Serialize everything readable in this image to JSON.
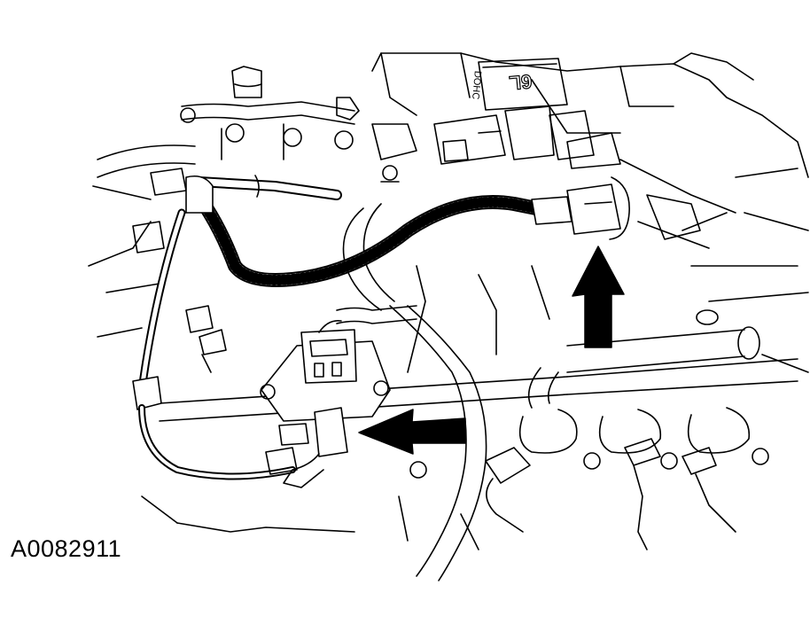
{
  "diagram": {
    "id_label": "A0082911",
    "engine_badge": "6L",
    "engine_badge_sub": "DOHC",
    "colors": {
      "line": "#000000",
      "fill": "#ffffff",
      "arrow": "#000000"
    },
    "arrows": [
      {
        "name": "up-arrow",
        "direction": "up"
      },
      {
        "name": "left-arrow",
        "direction": "left"
      }
    ]
  }
}
